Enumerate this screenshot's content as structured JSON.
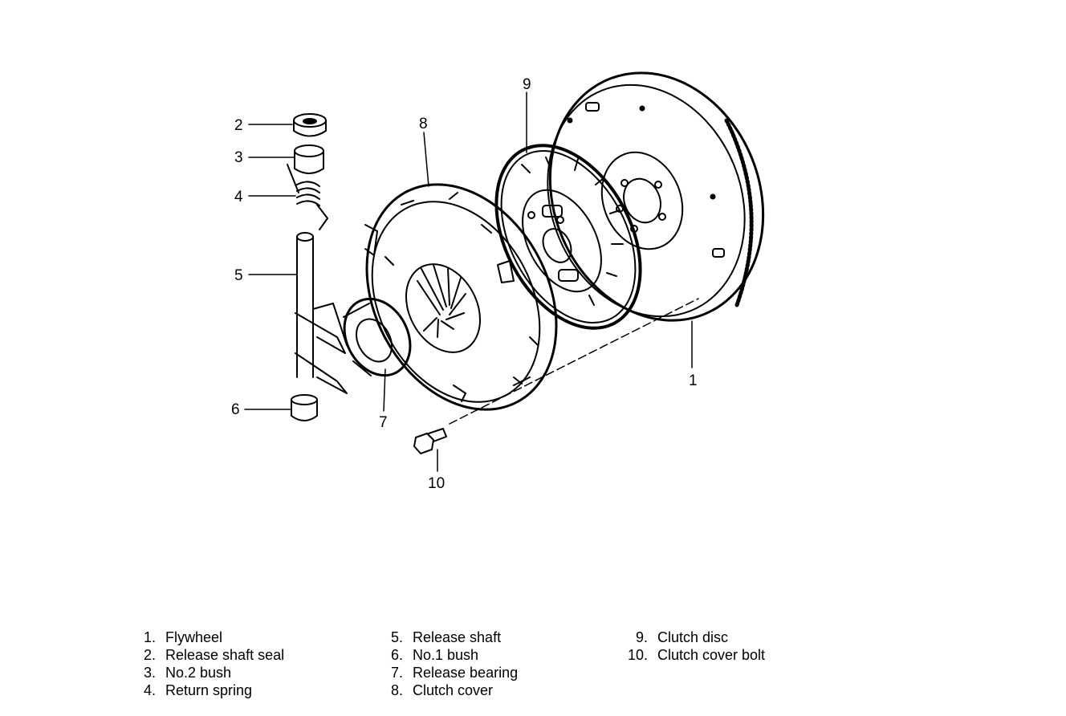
{
  "callouts": {
    "c1": "1",
    "c2": "2",
    "c3": "3",
    "c4": "4",
    "c5": "5",
    "c6": "6",
    "c7": "7",
    "c8": "8",
    "c9": "9",
    "c10": "10"
  },
  "legend": {
    "col1": [
      {
        "num": "1.",
        "label": "Flywheel"
      },
      {
        "num": "2.",
        "label": "Release shaft seal"
      },
      {
        "num": "3.",
        "label": "No.2 bush"
      },
      {
        "num": "4.",
        "label": "Return spring"
      }
    ],
    "col2": [
      {
        "num": "5.",
        "label": "Release shaft"
      },
      {
        "num": "6.",
        "label": "No.1 bush"
      },
      {
        "num": "7.",
        "label": "Release bearing"
      },
      {
        "num": "8.",
        "label": "Clutch cover"
      }
    ],
    "col3": [
      {
        "num": "9.",
        "label": "Clutch disc"
      },
      {
        "num": "10.",
        "label": "Clutch cover bolt"
      }
    ]
  },
  "colors": {
    "ink": "#000000",
    "paper": "#ffffff"
  }
}
